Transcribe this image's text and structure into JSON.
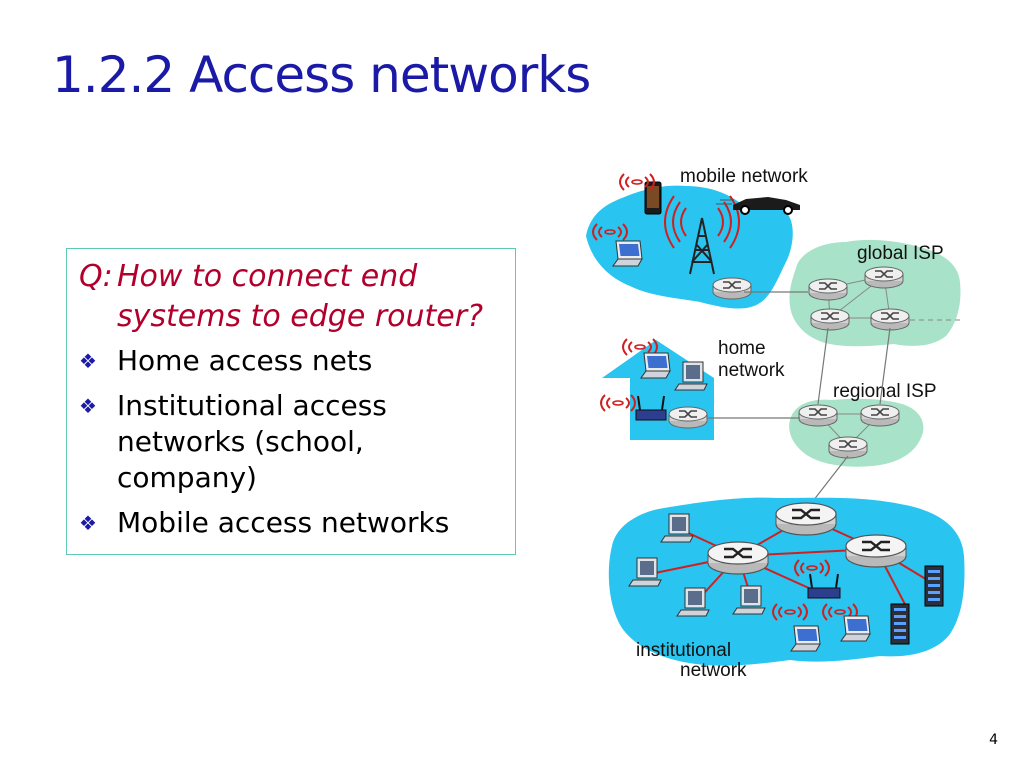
{
  "slide": {
    "title": "1.2.2 Access networks",
    "page_number": "4"
  },
  "question": {
    "prefix": "Q:",
    "text": "How to connect end systems to edge router?"
  },
  "bullets": [
    {
      "text": "Home access nets"
    },
    {
      "text": "Institutional access networks (school, company)"
    },
    {
      "text": "Mobile access networks"
    }
  ],
  "diagram": {
    "labels": {
      "mobile_network": "mobile network",
      "global_isp": "global ISP",
      "home_network_1": "home",
      "home_network_2": "network",
      "regional_isp": "regional ISP",
      "institutional_network_1": "institutional",
      "institutional_network_2": "network"
    },
    "colors": {
      "access_net": "#29c4f0",
      "isp_cloud": "#a8e2c9",
      "links": "#d11f1f",
      "wireless": "#d11f1f",
      "accent": "#1a1aa6"
    }
  }
}
